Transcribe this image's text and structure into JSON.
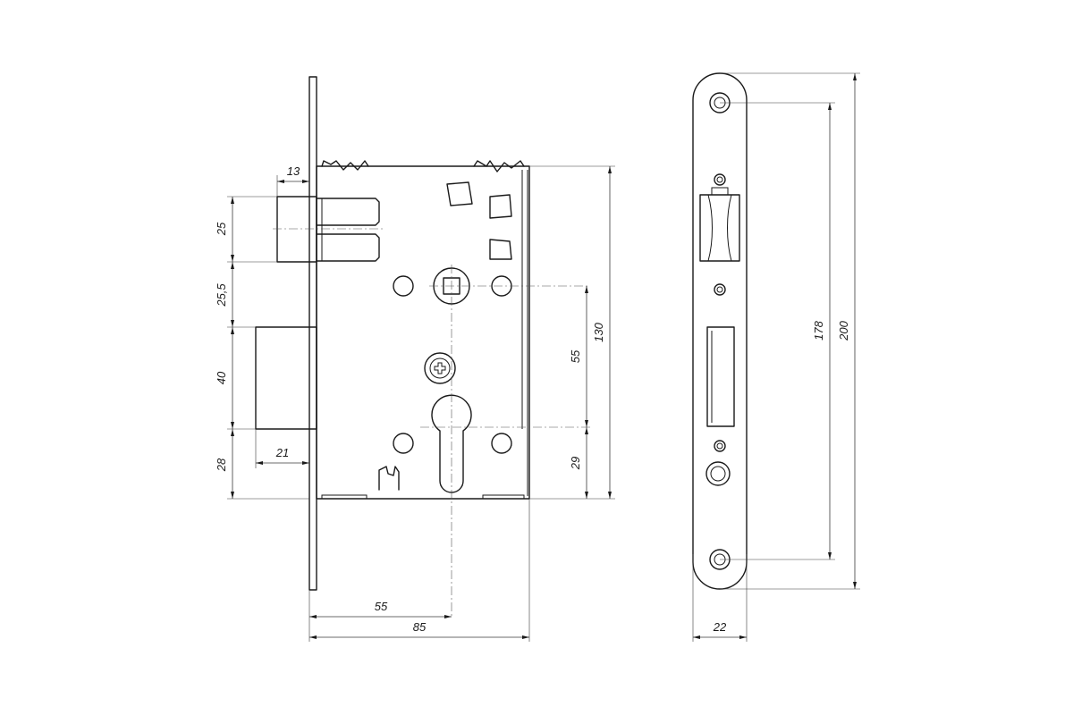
{
  "drawing": {
    "front_view": {
      "dimensions": {
        "latch_offset": "13",
        "latch_height": "25",
        "latch_to_bolt_gap": "25,5",
        "bolt_height": "40",
        "bolt_to_bottom": "28",
        "bolt_projection": "21",
        "case_height": "130",
        "backset": "55",
        "case_depth": "85",
        "handle_to_cylinder": "55",
        "cylinder_to_bottom": "29"
      }
    },
    "faceplate_view": {
      "dimensions": {
        "faceplate_width": "22",
        "mounting_hole_spacing": "178",
        "faceplate_length": "200"
      }
    }
  }
}
